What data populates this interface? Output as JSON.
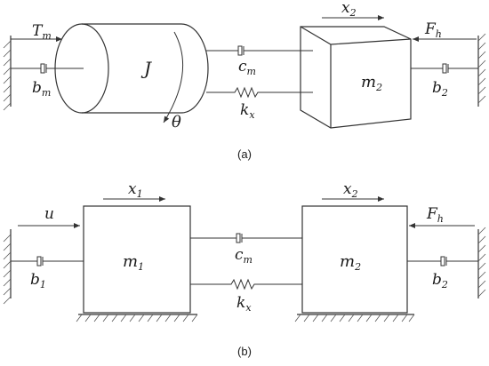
{
  "diagram_a": {
    "caption": "(a)",
    "labels": {
      "torque": {
        "base": "T",
        "sub": "m"
      },
      "inertia": {
        "base": "J"
      },
      "angle": {
        "base": "θ"
      },
      "damper_ground": {
        "base": "b",
        "sub": "m"
      },
      "coupling_damper": {
        "base": "c",
        "sub": "m"
      },
      "coupling_spring": {
        "base": "k",
        "sub": "x"
      },
      "mass": {
        "base": "m",
        "sub": "2"
      },
      "displacement": {
        "base": "x",
        "sub": "2"
      },
      "force": {
        "base": "F",
        "sub": "h"
      },
      "damper_right": {
        "base": "b",
        "sub": "2"
      }
    }
  },
  "diagram_b": {
    "caption": "(b)",
    "labels": {
      "input": {
        "base": "u"
      },
      "displacement_1": {
        "base": "x",
        "sub": "1"
      },
      "damper_left": {
        "base": "b",
        "sub": "1"
      },
      "mass_1": {
        "base": "m",
        "sub": "1"
      },
      "coupling_damper": {
        "base": "c",
        "sub": "m"
      },
      "coupling_spring": {
        "base": "k",
        "sub": "x"
      },
      "mass_2": {
        "base": "m",
        "sub": "2"
      },
      "displacement_2": {
        "base": "x",
        "sub": "2"
      },
      "force": {
        "base": "F",
        "sub": "h"
      },
      "damper_right": {
        "base": "b",
        "sub": "2"
      }
    }
  },
  "colors": {
    "line": "#333333",
    "text": "#1a1a1a",
    "background": "#ffffff"
  }
}
